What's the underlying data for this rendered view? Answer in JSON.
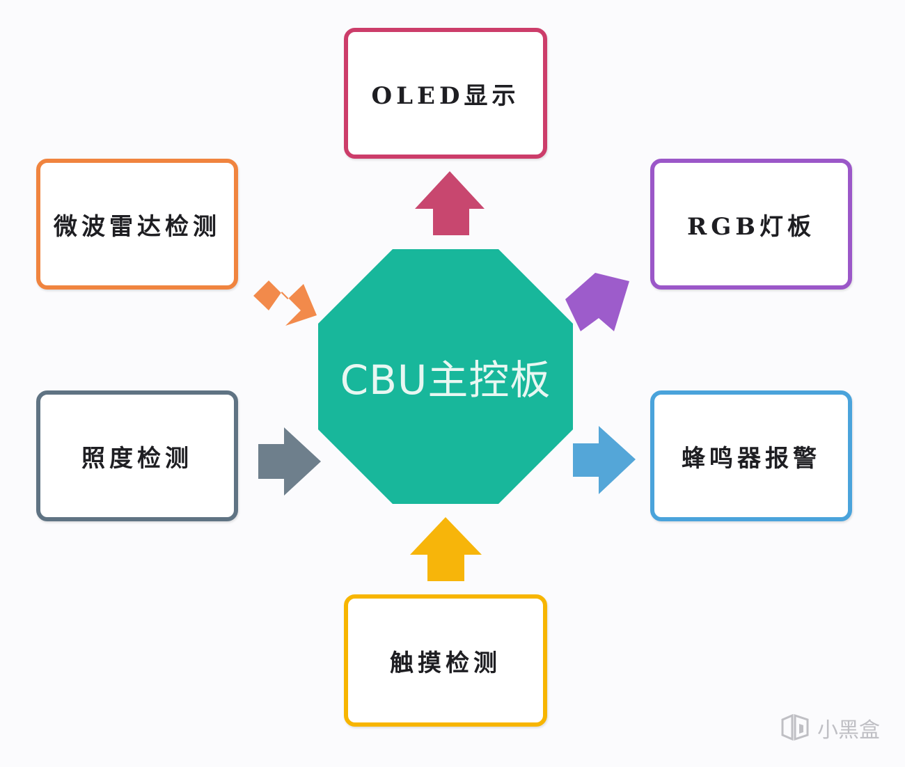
{
  "diagram": {
    "center": {
      "label": "CBU主控板",
      "color": "#18b79b"
    },
    "nodes": [
      {
        "id": "oled",
        "label": "OLED显示",
        "color": "#cc3d6a",
        "direction": "output"
      },
      {
        "id": "radar",
        "label": "微波雷达检测",
        "color": "#f0843f",
        "direction": "input"
      },
      {
        "id": "rgb",
        "label": "RGB灯板",
        "color": "#9b57c8",
        "direction": "output"
      },
      {
        "id": "light",
        "label": "照度检测",
        "color": "#5f7383",
        "direction": "input"
      },
      {
        "id": "buzzer",
        "label": "蜂鸣器报警",
        "color": "#4aa3db",
        "direction": "output"
      },
      {
        "id": "touch",
        "label": "触摸检测",
        "color": "#f7b500",
        "direction": "input"
      }
    ],
    "arrow_colors": {
      "oled": "#c8476f",
      "radar": "#f28a4b",
      "rgb": "#9d5ccb",
      "light": "#6e7f8c",
      "buzzer": "#54a6d8",
      "touch": "#f7b50a"
    }
  },
  "watermark": {
    "text": "小黑盒",
    "icon": "heybox-logo-icon"
  }
}
